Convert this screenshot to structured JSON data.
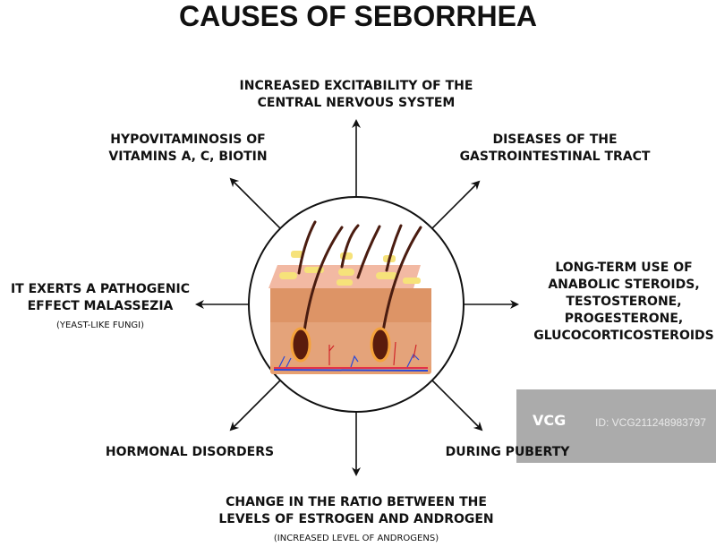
{
  "title": "CAUSES OF SEBORRHEA",
  "causes": {
    "top": [
      "INCREASED EXCITABILITY OF THE",
      "CENTRAL NERVOUS SYSTEM"
    ],
    "top_left": [
      "HYPOVITAMINOSIS OF",
      "VITAMINS A, C, BIOTIN"
    ],
    "top_right": [
      "DISEASES OF THE",
      "GASTROINTESTINAL TRACT"
    ],
    "left": [
      "IT EXERTS A PATHOGENIC",
      "EFFECT MALASSEZIA"
    ],
    "left_note": "(YEAST-LIKE FUNGI)",
    "right": [
      "LONG-TERM USE OF",
      "ANABOLIC STEROIDS,",
      "TESTOSTERONE,",
      "PROGESTERONE,",
      "GLUCOCORTICOSTEROIDS"
    ],
    "bottom_left": "HORMONAL DISORDERS",
    "bottom_right": "DURING PUBERTY",
    "bottom": [
      "CHANGE IN THE RATIO BETWEEN THE",
      "LEVELS OF ESTROGEN AND ANDROGEN"
    ],
    "bottom_note": "(INCREASED LEVEL OF ANDROGENS)"
  },
  "watermark": {
    "logo": "VCG",
    "id": "ID: VCG211248983797"
  }
}
